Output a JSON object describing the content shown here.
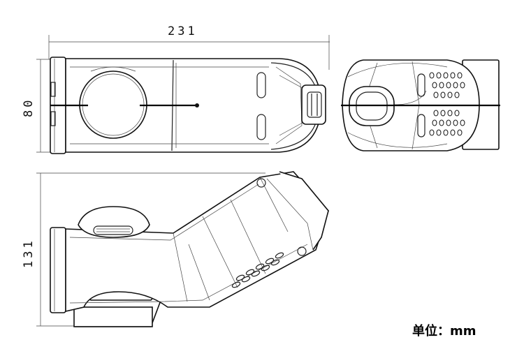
{
  "dimensions": {
    "width": "231",
    "height": "80",
    "side_height": "131"
  },
  "unit_label": "单位：mm",
  "colors": {
    "line": "#222222",
    "background": "#ffffff"
  }
}
